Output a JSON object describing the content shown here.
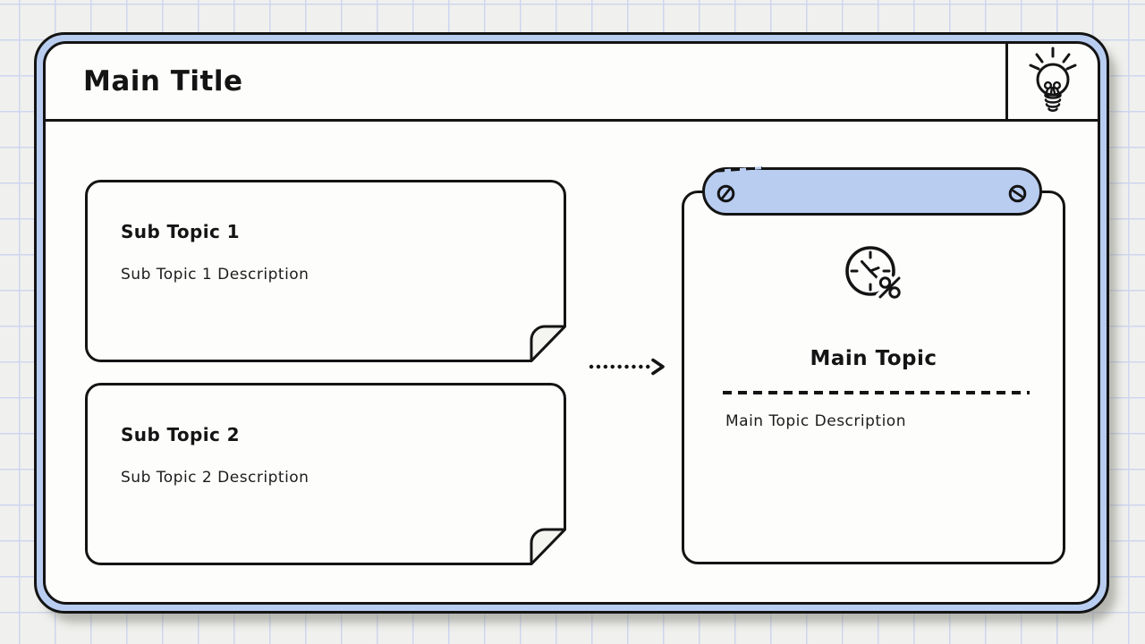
{
  "header": {
    "title": "Main Title"
  },
  "sub_topics": [
    {
      "title": "Sub Topic 1",
      "description": "Sub Topic 1 Description"
    },
    {
      "title": "Sub Topic 2",
      "description": "Sub Topic 2 Description"
    }
  ],
  "main_topic": {
    "title": "Main Topic",
    "description": "Main Topic Description"
  },
  "icons": {
    "header_icon": "lightbulb-icon",
    "main_topic_icon": "clock-percent-icon",
    "pill_fasteners": "screw-icon",
    "connector": "dotted-arrow-icon"
  },
  "colors": {
    "accent_blue": "#b9cdf1",
    "outline": "#141414",
    "canvas_background": "#f0f0ee",
    "grid_line": "#cfd6ee",
    "card_background": "#fdfdfc"
  }
}
